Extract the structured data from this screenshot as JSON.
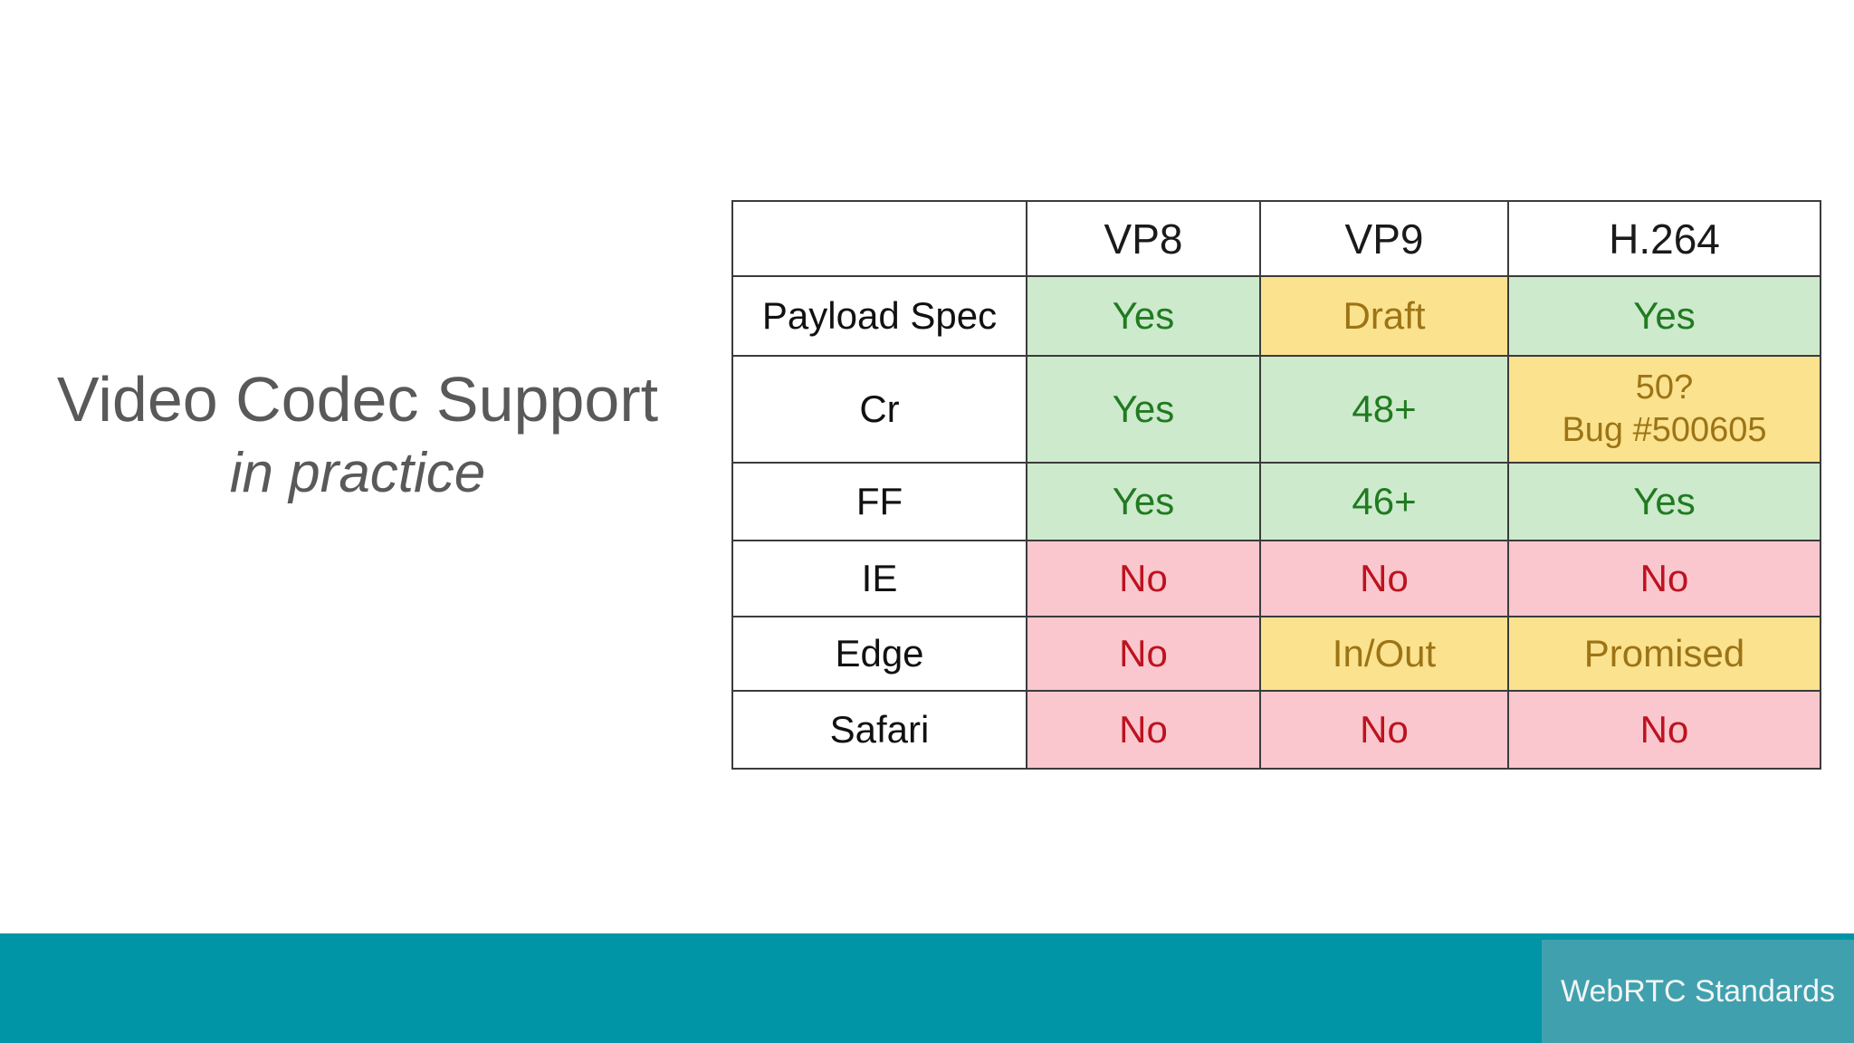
{
  "slide": {
    "title_line1": "Video Codec Support",
    "title_line2": "in practice"
  },
  "table": {
    "columns": [
      "",
      "VP8",
      "VP9",
      "H.264"
    ],
    "rows": [
      {
        "label": "Payload Spec",
        "cells": [
          {
            "text": "Yes",
            "status": "yes"
          },
          {
            "text": "Draft",
            "status": "warn"
          },
          {
            "text": "Yes",
            "status": "yes"
          }
        ]
      },
      {
        "label": "Cr",
        "cells": [
          {
            "text": "Yes",
            "status": "yes"
          },
          {
            "text": "48+",
            "status": "yes"
          },
          {
            "text": "50?\nBug #500605",
            "status": "warn"
          }
        ]
      },
      {
        "label": "FF",
        "cells": [
          {
            "text": "Yes",
            "status": "yes"
          },
          {
            "text": "46+",
            "status": "yes"
          },
          {
            "text": "Yes",
            "status": "yes"
          }
        ]
      },
      {
        "label": "IE",
        "cells": [
          {
            "text": "No",
            "status": "no"
          },
          {
            "text": "No",
            "status": "no"
          },
          {
            "text": "No",
            "status": "no"
          }
        ]
      },
      {
        "label": "Edge",
        "cells": [
          {
            "text": "No",
            "status": "no"
          },
          {
            "text": "In/Out",
            "status": "warn"
          },
          {
            "text": "Promised",
            "status": "warn"
          }
        ]
      },
      {
        "label": "Safari",
        "cells": [
          {
            "text": "No",
            "status": "no"
          },
          {
            "text": "No",
            "status": "no"
          },
          {
            "text": "No",
            "status": "no"
          }
        ]
      }
    ]
  },
  "footer": {
    "brand": "WebRTC Standards"
  },
  "palette": {
    "title_gray": "#595959",
    "green_bg": "#cdeacd",
    "green_text": "#217a21",
    "yellow_bg": "#fbe28e",
    "yellow_text": "#9c7415",
    "pink_bg": "#f9c7cd",
    "red_text": "#bd1220",
    "footer_teal": "#0095a6",
    "brand_box_teal": "#41a0ae",
    "border_gray": "#3b3b3b"
  }
}
